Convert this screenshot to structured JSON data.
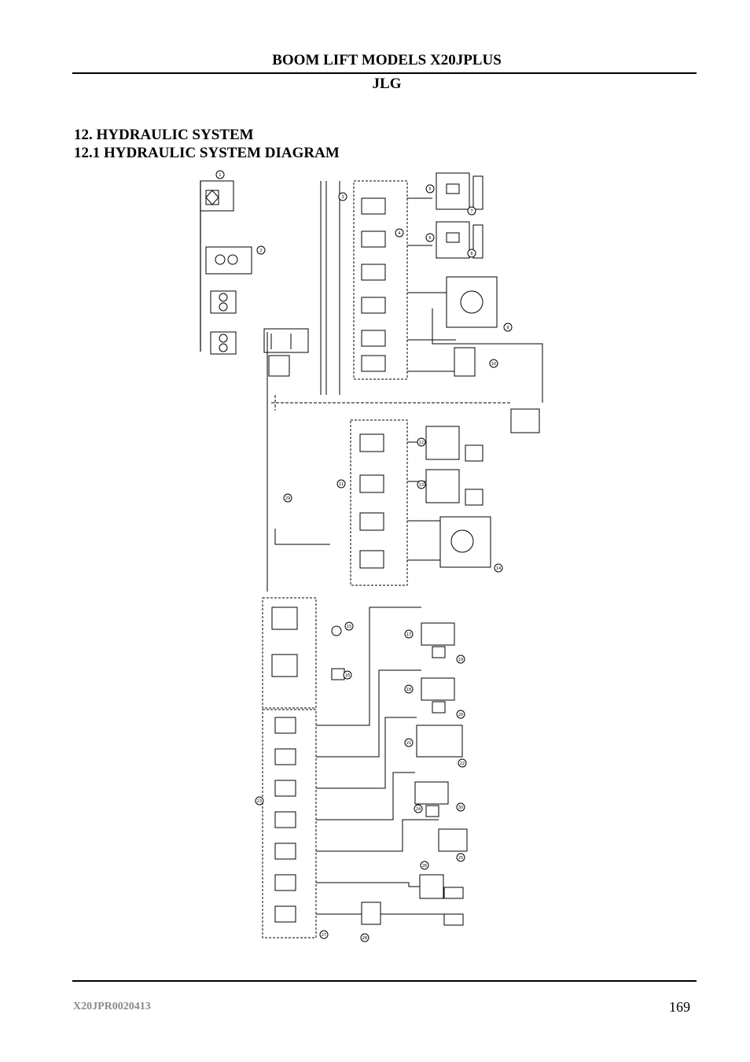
{
  "header": {
    "title": "BOOM LIFT MODELS X20JPLUS",
    "brand": "JLG"
  },
  "section": {
    "title": "12. HYDRAULIC SYSTEM",
    "subtitle": "12.1 HYDRAULIC SYSTEM DIAGRAM"
  },
  "footer": {
    "doc_code": "X20JPR0020413",
    "page_number": "169"
  },
  "diagram": {
    "callouts": [
      "1",
      "2",
      "3",
      "4",
      "5",
      "6",
      "7",
      "8",
      "9",
      "10",
      "11",
      "12",
      "13",
      "14",
      "15",
      "16",
      "17",
      "18",
      "19",
      "20",
      "21",
      "22",
      "23",
      "24",
      "25",
      "26",
      "27",
      "28",
      "29",
      "30"
    ]
  }
}
